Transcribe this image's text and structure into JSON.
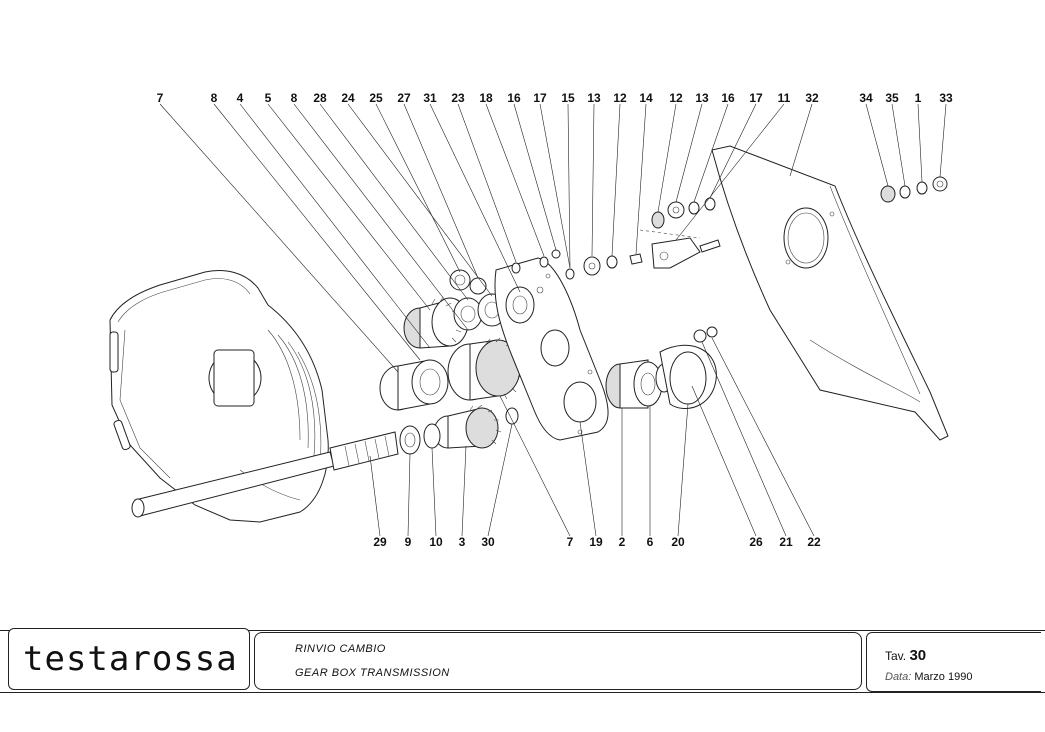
{
  "callouts_top": [
    "7",
    "8",
    "4",
    "5",
    "8",
    "28",
    "24",
    "25",
    "27",
    "31",
    "23",
    "18",
    "16",
    "17",
    "15",
    "13",
    "12",
    "14",
    "12",
    "13",
    "16",
    "17",
    "11",
    "32",
    "34",
    "35",
    "1",
    "33"
  ],
  "callouts_bottom": [
    "29",
    "9",
    "10",
    "3",
    "30",
    "7",
    "19",
    "2",
    "6",
    "20",
    "26",
    "21",
    "22"
  ],
  "title_block": {
    "brand": "testarossa",
    "title_it": "RINVIO CAMBIO",
    "title_en": "GEAR BOX TRANSMISSION",
    "tav_label": "Tav.",
    "tav_number": "30",
    "date_label": "Data:",
    "date_value": "Marzo 1990"
  }
}
